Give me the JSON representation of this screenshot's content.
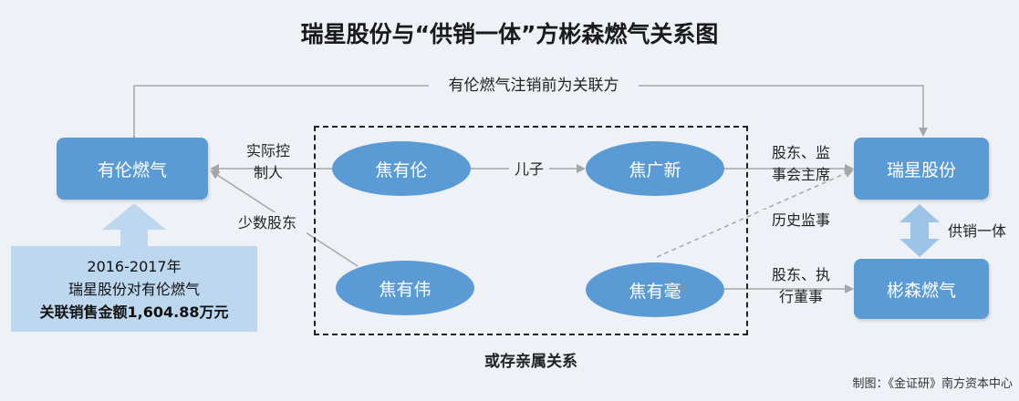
{
  "title": "瑞星股份与“供销一体”方彬森燃气关系图",
  "nodes": {
    "youlun_gas": "有伦燃气",
    "ruixing": "瑞星股份",
    "binsen_gas": "彬森燃气",
    "jiao_youlun": "焦有伦",
    "jiao_guangxin": "焦广新",
    "jiao_youwei": "焦有伟",
    "jiao_youhao": "焦有毫"
  },
  "edges": {
    "top_arc": "有伦燃气注销前为关联方",
    "controller": [
      "实际控",
      "制人"
    ],
    "minority": "少数股东",
    "son": "儿子",
    "shareholder_supervisor": [
      "股东、监",
      "事会主席"
    ],
    "history_supervisor": "历史监事",
    "shareholder_exec": [
      "股东、执",
      "行董事"
    ],
    "supply_sales": "供销一体"
  },
  "note": {
    "line1": "2016-2017年",
    "line2": "瑞星股份对有伦燃气",
    "line3": "关联销售金额1,604.88万元"
  },
  "group_caption": "或存亲属关系",
  "credit": "制图：《金证研》南方资本中心",
  "colors": {
    "node_fill": "#5b9bd5",
    "note_fill": "#bcd7ee",
    "arrow": "#a6a6a6",
    "double_arrow": "#9dc3e6",
    "background": "#eef2f7"
  }
}
